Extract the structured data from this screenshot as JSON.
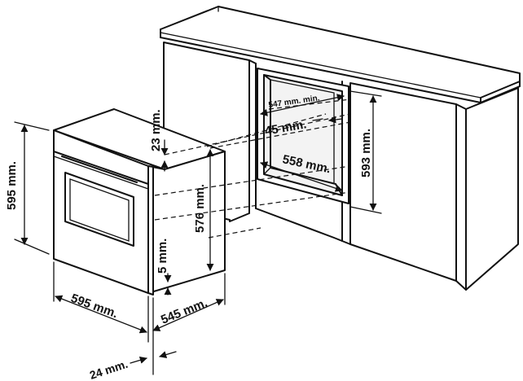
{
  "dimensions": {
    "oven_height": "595 mm.",
    "oven_width": "595 mm.",
    "oven_depth": "545 mm.",
    "front_panel_depth": "24 mm.",
    "top_gap": "23 mm.",
    "inner_height": "576 mm.",
    "bottom_gap": "5 mm.",
    "niche_min_width": "547 mm. min.",
    "niche_offset": "45 mm.",
    "niche_depth": "558 mm.",
    "niche_height": "593 mm."
  }
}
